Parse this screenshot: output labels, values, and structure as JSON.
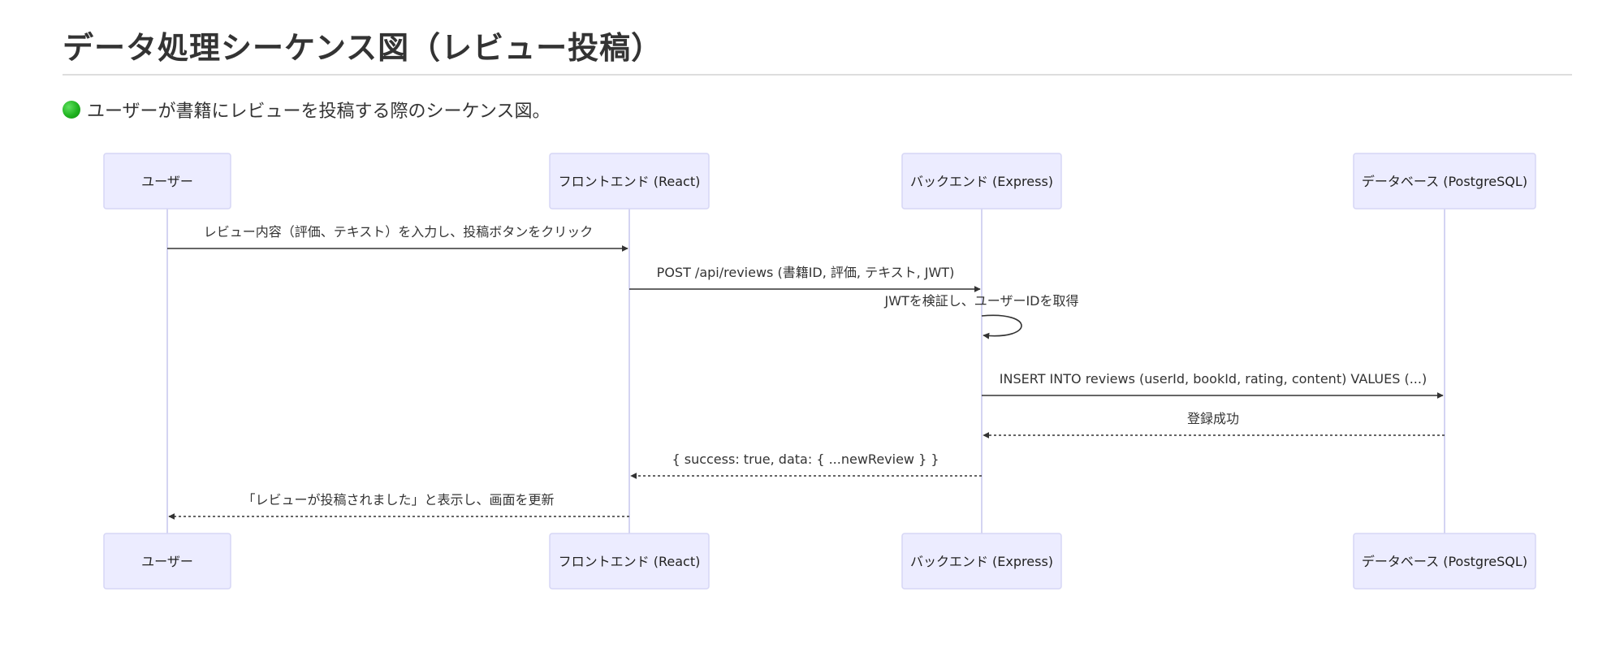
{
  "header": {
    "title": "データ処理シーケンス図（レビュー投稿）",
    "description": "ユーザーが書籍にレビューを投稿する際のシーケンス図。",
    "description_icon": "green-circle-icon"
  },
  "diagram": {
    "type": "sequence",
    "participants": [
      {
        "id": "user",
        "label": "ユーザー"
      },
      {
        "id": "frontend",
        "label": "フロントエンド (React)"
      },
      {
        "id": "backend",
        "label": "バックエンド (Express)"
      },
      {
        "id": "db",
        "label": "データベース (PostgreSQL)"
      }
    ],
    "messages": [
      {
        "from": "user",
        "to": "frontend",
        "text": "レビュー内容（評価、テキスト）を入力し、投稿ボタンをクリック",
        "style": "solid"
      },
      {
        "from": "frontend",
        "to": "backend",
        "text": "POST /api/reviews (書籍ID, 評価, テキスト, JWT)",
        "style": "solid"
      },
      {
        "from": "backend",
        "to": "backend",
        "text": "JWTを検証し、ユーザーIDを取得",
        "style": "solid"
      },
      {
        "from": "backend",
        "to": "db",
        "text": "INSERT INTO reviews (userId, bookId, rating, content) VALUES (...)",
        "style": "solid"
      },
      {
        "from": "db",
        "to": "backend",
        "text": "登録成功",
        "style": "dotted"
      },
      {
        "from": "backend",
        "to": "frontend",
        "text": "{ success: true, data: { ...newReview } }",
        "style": "dotted"
      },
      {
        "from": "frontend",
        "to": "user",
        "text": "「レビューが投稿されました」と表示し、画面を更新",
        "style": "dotted"
      }
    ],
    "colors": {
      "actor_fill": "#ECECFF",
      "actor_border": "#d6d6f5",
      "lifeline": "#d4d4f2",
      "line": "#333333"
    }
  }
}
